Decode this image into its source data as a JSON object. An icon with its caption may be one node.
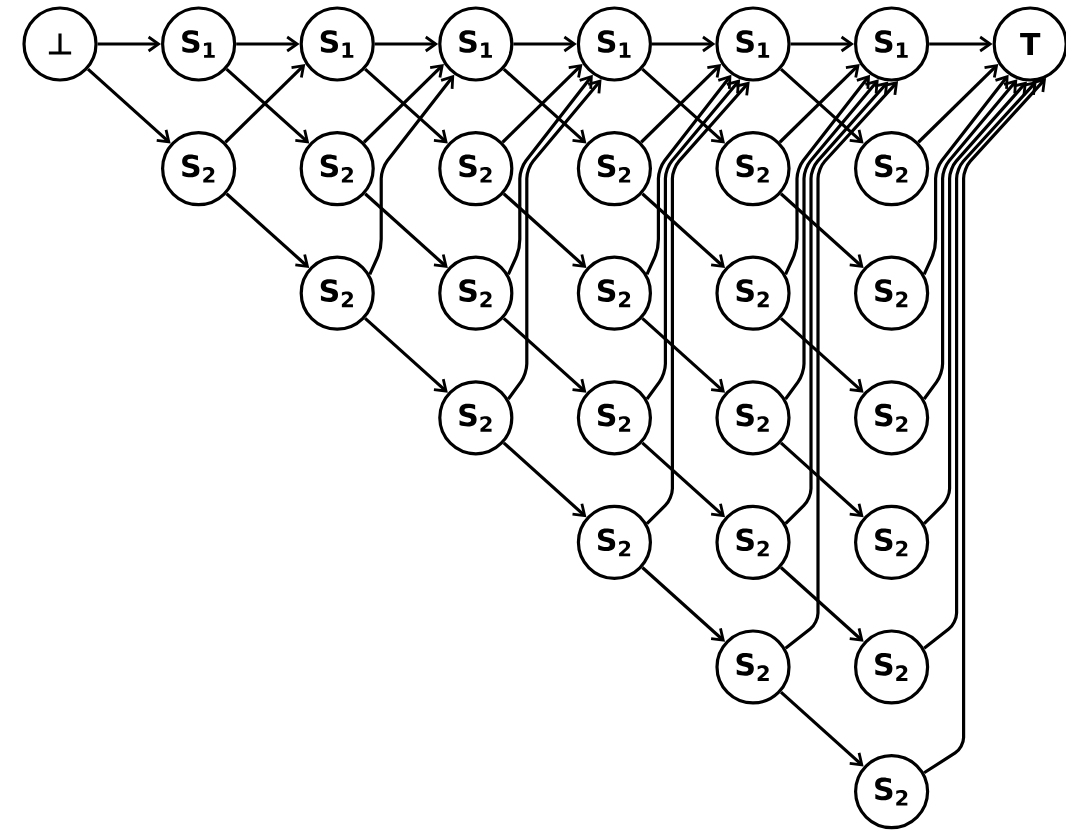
{
  "diagram": {
    "nodes": [
      {
        "text": [
          "⊥"
        ]
      },
      {
        "text": [
          "S$_{1}$"
        ]
      },
      {
        "text": [
          "S$_{1}$"
        ]
      },
      {
        "text": [
          "S$_{1}$"
        ]
      },
      {
        "text": [
          "S$_{1}$"
        ]
      },
      {
        "text": [
          "S$_{1}$"
        ]
      },
      {
        "text": [
          "S$_{1}$"
        ]
      },
      {
        "text": [
          "T"
        ]
      },
      {
        "text": [
          "S$_{2}$"
        ]
      },
      {
        "text": [
          "S$_{2}$"
        ]
      },
      {
        "text": [
          "S$_{2}$"
        ]
      },
      {
        "text": [
          "S$_{2}$"
        ]
      },
      {
        "text": [
          "S$_{2}$"
        ]
      },
      {
        "text": [
          "S$_{2}$"
        ]
      },
      {
        "text": [
          "S$_{2}$"
        ]
      },
      {
        "text": [
          "S$_{2}$"
        ]
      },
      {
        "text": [
          "S$_{2}$"
        ]
      },
      {
        "text": [
          "S$_{2}$"
        ]
      },
      {
        "text": [
          "S$_{2}$"
        ]
      },
      {
        "text": [
          "S$_{2}$"
        ]
      },
      {
        "text": [
          "S$_{2}$"
        ]
      },
      {
        "text": [
          "S$_{2}$"
        ]
      },
      {
        "text": [
          "S$_{2}$"
        ]
      },
      {
        "text": [
          "S$_{2}$"
        ]
      },
      {
        "text": [
          "S$_{2}$"
        ]
      },
      {
        "text": [
          "S$_{2}$"
        ]
      },
      {
        "text": [
          "S$_{2}$"
        ]
      },
      {
        "text": [
          "S$_{2}$"
        ]
      },
      {
        "text": [
          "S$_{2}$"
        ]
      }
    ],
    "edges": [
      {
        "from": 0,
        "to": 1,
        "arrow": "to"
      },
      {
        "from": 0,
        "to": 8,
        "arrow": "to"
      },
      {
        "from": 1,
        "to": 2,
        "arrow": "to"
      },
      {
        "from": 2,
        "to": 3,
        "arrow": "to"
      },
      {
        "from": 3,
        "to": 4,
        "arrow": "to"
      },
      {
        "from": 4,
        "to": 5,
        "arrow": "to"
      },
      {
        "from": 5,
        "to": 6,
        "arrow": "to"
      },
      {
        "from": 6,
        "to": 7,
        "arrow": "to"
      },
      {
        "from": 1,
        "to": 9,
        "arrow": "to"
      },
      {
        "from": 2,
        "to": 10,
        "arrow": "to"
      },
      {
        "from": 3,
        "to": 11,
        "arrow": "to"
      },
      {
        "from": 4,
        "to": 12,
        "arrow": "to"
      },
      {
        "from": 5,
        "to": 13,
        "arrow": "to"
      },
      {
        "from": 8,
        "to": 2,
        "arrow": "to"
      },
      {
        "from": 8,
        "to": 14,
        "arrow": "to"
      },
      {
        "from": 9,
        "to": 3,
        "arrow": "to"
      },
      {
        "from": 9,
        "to": 15,
        "arrow": "to"
      },
      {
        "from": 10,
        "to": 4,
        "arrow": "to"
      },
      {
        "from": 10,
        "to": 16,
        "arrow": "to"
      },
      {
        "from": 11,
        "to": 5,
        "arrow": "to"
      },
      {
        "from": 11,
        "to": 17,
        "arrow": "to"
      },
      {
        "from": 12,
        "to": 6,
        "arrow": "to"
      },
      {
        "from": 12,
        "to": 18,
        "arrow": "to"
      },
      {
        "from": 13,
        "to": 7,
        "arrow": "to"
      },
      {
        "from": 14,
        "to": 3,
        "arrow": "to"
      },
      {
        "from": 14,
        "to": 19,
        "arrow": "to"
      },
      {
        "from": 15,
        "to": 4,
        "arrow": "to"
      },
      {
        "from": 15,
        "to": 20,
        "arrow": "to"
      },
      {
        "from": 16,
        "to": 5,
        "arrow": "to"
      },
      {
        "from": 16,
        "to": 21,
        "arrow": "to"
      },
      {
        "from": 17,
        "to": 6,
        "arrow": "to"
      },
      {
        "from": 17,
        "to": 22,
        "arrow": "to"
      },
      {
        "from": 18,
        "to": 7,
        "arrow": "to"
      },
      {
        "from": 19,
        "to": 4,
        "arrow": "to"
      },
      {
        "from": 19,
        "to": 23,
        "arrow": "to"
      },
      {
        "from": 20,
        "to": 5,
        "arrow": "to"
      },
      {
        "from": 20,
        "to": 24,
        "arrow": "to"
      },
      {
        "from": 21,
        "to": 6,
        "arrow": "to"
      },
      {
        "from": 21,
        "to": 25,
        "arrow": "to"
      },
      {
        "from": 22,
        "to": 7,
        "arrow": "to"
      },
      {
        "from": 23,
        "to": 5,
        "arrow": "to"
      },
      {
        "from": 23,
        "to": 26,
        "arrow": "to"
      },
      {
        "from": 24,
        "to": 6,
        "arrow": "to"
      },
      {
        "from": 24,
        "to": 27,
        "arrow": "to"
      },
      {
        "from": 25,
        "to": 7,
        "arrow": "to"
      },
      {
        "from": 26,
        "to": 6,
        "arrow": "to"
      },
      {
        "from": 26,
        "to": 28,
        "arrow": "to"
      },
      {
        "from": 27,
        "to": 7,
        "arrow": "to"
      },
      {
        "from": 28,
        "to": 7,
        "arrow": "to"
      }
    ]
  }
}
